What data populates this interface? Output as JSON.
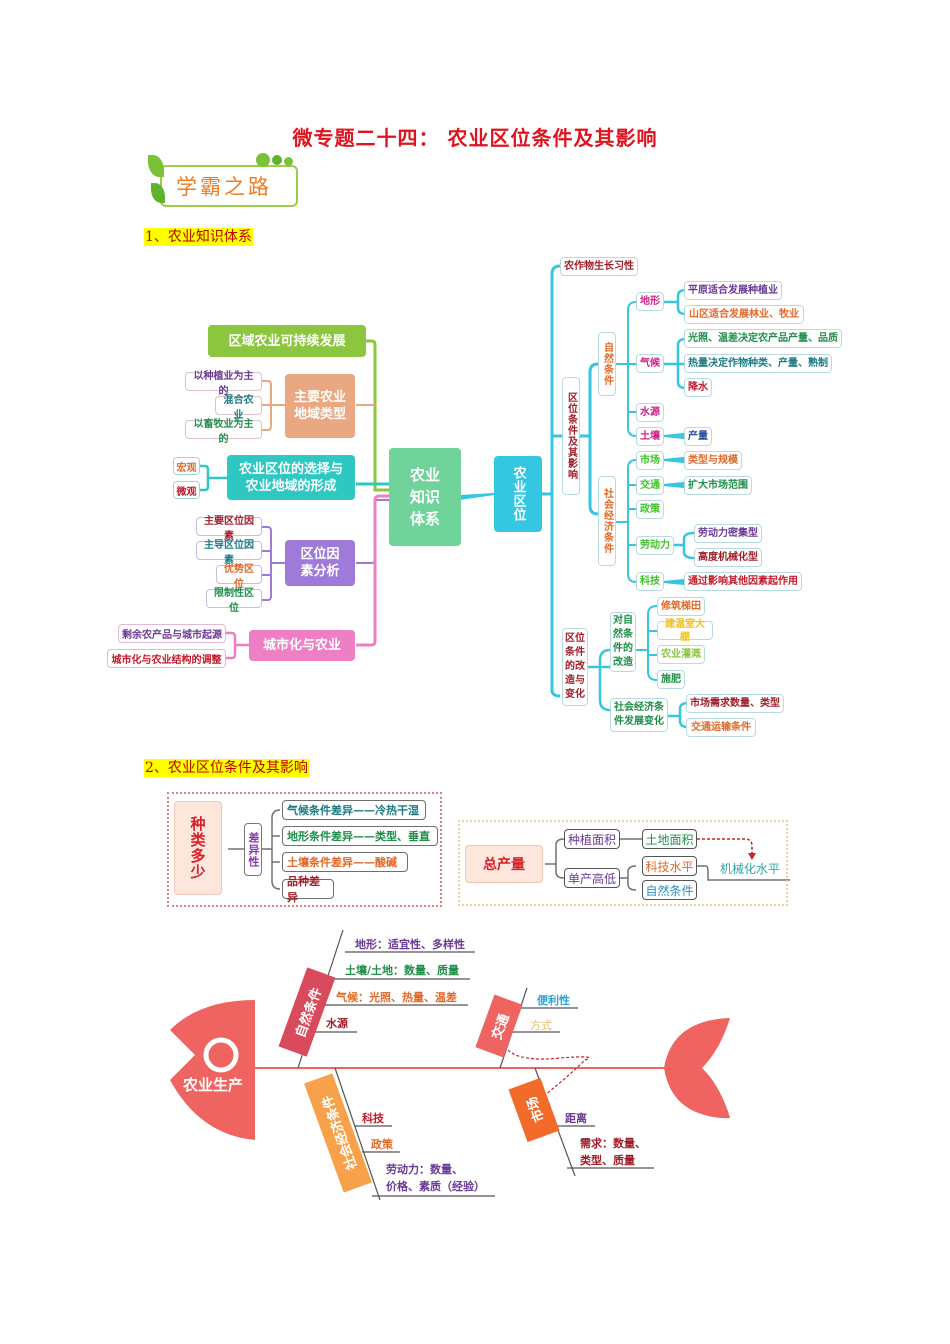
{
  "page": {
    "title": "微专题二十四：  农业区位条件及其影响",
    "banner": "学霸之路",
    "section1": "1、农业知识体系",
    "section2": "2、农业区位条件及其影响"
  },
  "colors": {
    "title_red": "#e0141e",
    "green_main": "#6fd39a",
    "blue_main": "#35c6e2",
    "lime": "#8cc63f",
    "salmon": "#e9a882",
    "teal": "#2ec7c1",
    "purple": "#a07ad8",
    "pink": "#ee7fc4",
    "fish_red": "#ef6461",
    "fish_dark": "#d94a5c",
    "fish_orange": "#f7a24b",
    "fish_deep_orange": "#f26b2a"
  },
  "mindmap1": {
    "root": "农业知识体系",
    "left": {
      "sustainable": "区域农业可持续发展",
      "regions": {
        "label": "主要农业地域类型",
        "items": [
          "以种植业为主的",
          "混合农业",
          "以畜牧业为主的"
        ]
      },
      "selection": {
        "label": "农业区位的选择与农业地域的形成",
        "items": [
          "宏观",
          "微观"
        ]
      },
      "factors": {
        "label": "区位因素分析",
        "items": [
          "主要区位因素",
          "主导区位因素",
          "优势区位",
          "限制性区位"
        ]
      },
      "urban": {
        "label": "城市化与农业",
        "items": [
          "剩余农产品与城市起源",
          "城市化与农业结构的调整"
        ]
      }
    },
    "right": {
      "label": "农业区位",
      "habit": "农作物生长习性",
      "conditions": {
        "label": "区位条件及其影响",
        "natural": {
          "label": "自然条件",
          "terrain": {
            "label": "地形",
            "items": [
              "平原适合发展种植业",
              "山区适合发展林业、牧业"
            ]
          },
          "climate": {
            "label": "气候",
            "items": [
              "光照、温差决定农产品产量、品质",
              "热量决定作物种类、产量、熟制",
              "降水"
            ]
          },
          "water": {
            "label": "水源"
          },
          "soil": {
            "label": "土壤",
            "items": [
              "产量"
            ]
          }
        },
        "social": {
          "label": "社会经济条件",
          "market": {
            "label": "市场",
            "items": [
              "类型与规模"
            ]
          },
          "transport": {
            "label": "交通",
            "items": [
              "扩大市场范围"
            ]
          },
          "policy": {
            "label": "政策"
          },
          "labor": {
            "label": "劳动力",
            "items": [
              "劳动力密集型",
              "高度机械化型"
            ]
          },
          "tech": {
            "label": "科技",
            "items": [
              "通过影响其他因素起作用"
            ]
          }
        }
      },
      "change": {
        "label": "区位条件的改造与变化",
        "nature": {
          "label": "对自然条件的改造",
          "items": [
            "修筑梯田",
            "建温室大棚",
            "农业灌溉",
            "施肥"
          ]
        },
        "socio": {
          "label": "社会经济条件发展变化",
          "items": [
            "市场需求数量、类型",
            "交通运输条件"
          ]
        }
      }
    }
  },
  "diagram2": {
    "species": {
      "label": "种类多少",
      "branch": "差异性",
      "items": [
        "气候条件差异——冷热干湿",
        "地形条件差异——类型、垂直",
        "土壤条件差异——酸碱",
        "品种差异"
      ]
    },
    "output": {
      "label": "总产量",
      "area": "种植面积",
      "land": "土地面积",
      "yield": "单产高低",
      "tech": "科技水平",
      "natural": "自然条件",
      "mech": "机械化水平"
    }
  },
  "fishbone": {
    "head": "农业生产",
    "natural": {
      "label": "自然条件",
      "items": [
        "地形：适宜性、多样性",
        "土壤/土地：数量、质量",
        "气候：光照、热量、温差",
        "水源"
      ]
    },
    "social": {
      "label": "社会经济条件",
      "items": [
        "科技",
        "政策",
        "劳动力：数量、",
        "价格、素质（经验）"
      ]
    },
    "transport": {
      "label": "交通",
      "items": [
        "便利性",
        "方式"
      ]
    },
    "market": {
      "label": "市场",
      "items": [
        "距离",
        "需求：数量、",
        "类型、质量"
      ]
    }
  }
}
